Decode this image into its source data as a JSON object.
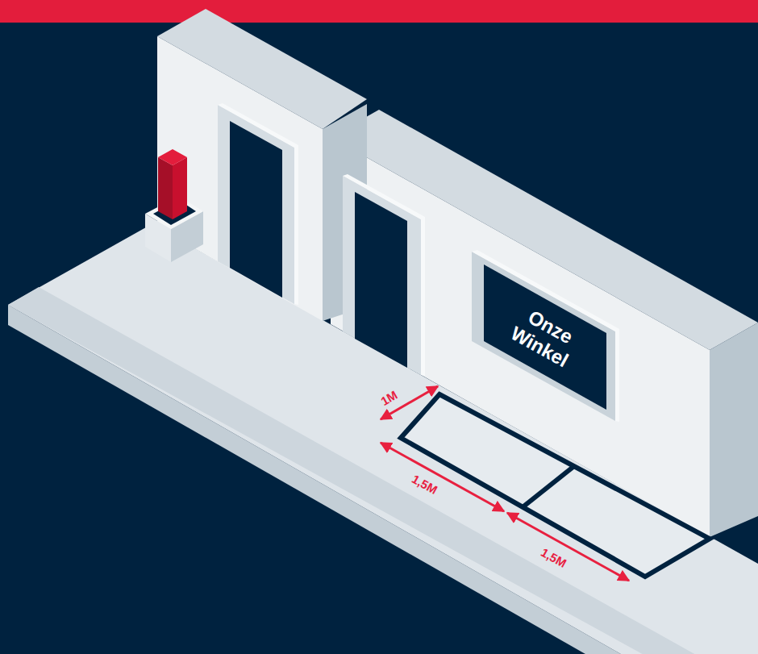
{
  "diagram": {
    "nodes": [
      {
        "text": [
          "Onze Winkel"
        ]
      }
    ],
    "labels": [
      "1M",
      "1,5M",
      "1,5M"
    ]
  }
}
